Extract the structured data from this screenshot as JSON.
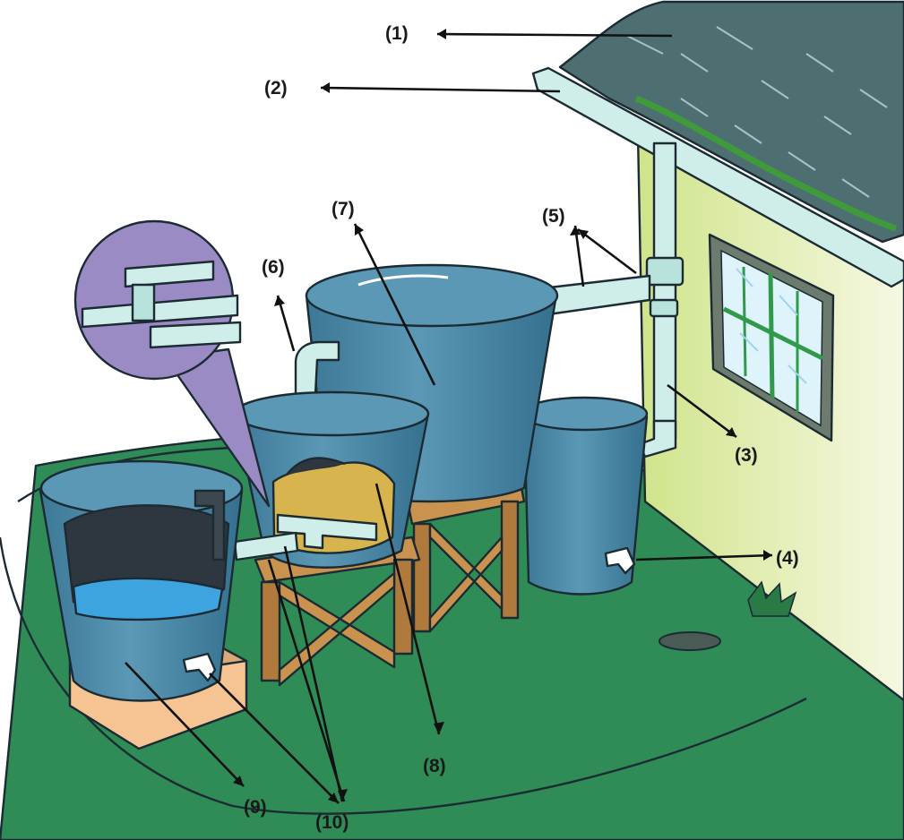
{
  "labels": {
    "l1": "(1)",
    "l2": "(2)",
    "l3": "(3)",
    "l4": "(4)",
    "l5": "(5)",
    "l6": "(6)",
    "l7": "(7)",
    "l8": "(8)",
    "l9": "(9)",
    "l10": "(10)"
  },
  "colors": {
    "ground": "#2f8c56",
    "wall": "#eef2c0",
    "roof": "#4d6f72",
    "pipe": "#cfeeea",
    "tank": "#4b87a5",
    "water": "#3ea4e0",
    "wood": "#c9934f",
    "sand": "#d8b44e",
    "inset": "#9a8bc4"
  }
}
